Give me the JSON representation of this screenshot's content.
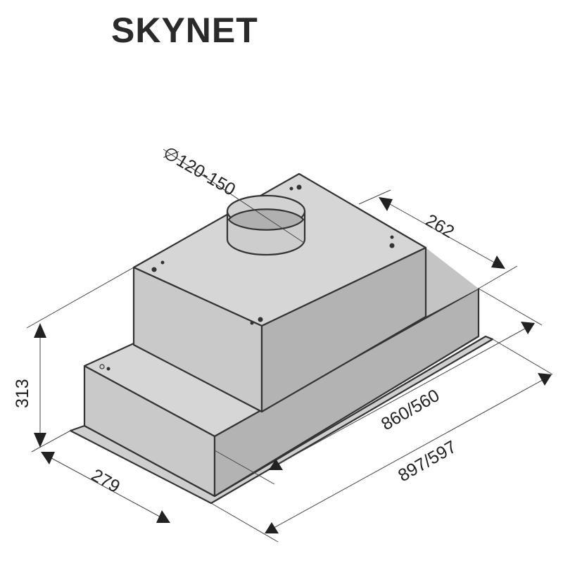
{
  "title": "SKYNET",
  "dimensions": {
    "duct_diameter": "∅120-150",
    "depth_top": "262",
    "height": "313",
    "depth_bottom": "279",
    "inner_width": "860/560",
    "outer_width": "897/597"
  },
  "colors": {
    "top_face": "#d6d6d6",
    "front_face": "#c9c9c9",
    "side_face": "#b3b3b3",
    "line": "#333333"
  }
}
